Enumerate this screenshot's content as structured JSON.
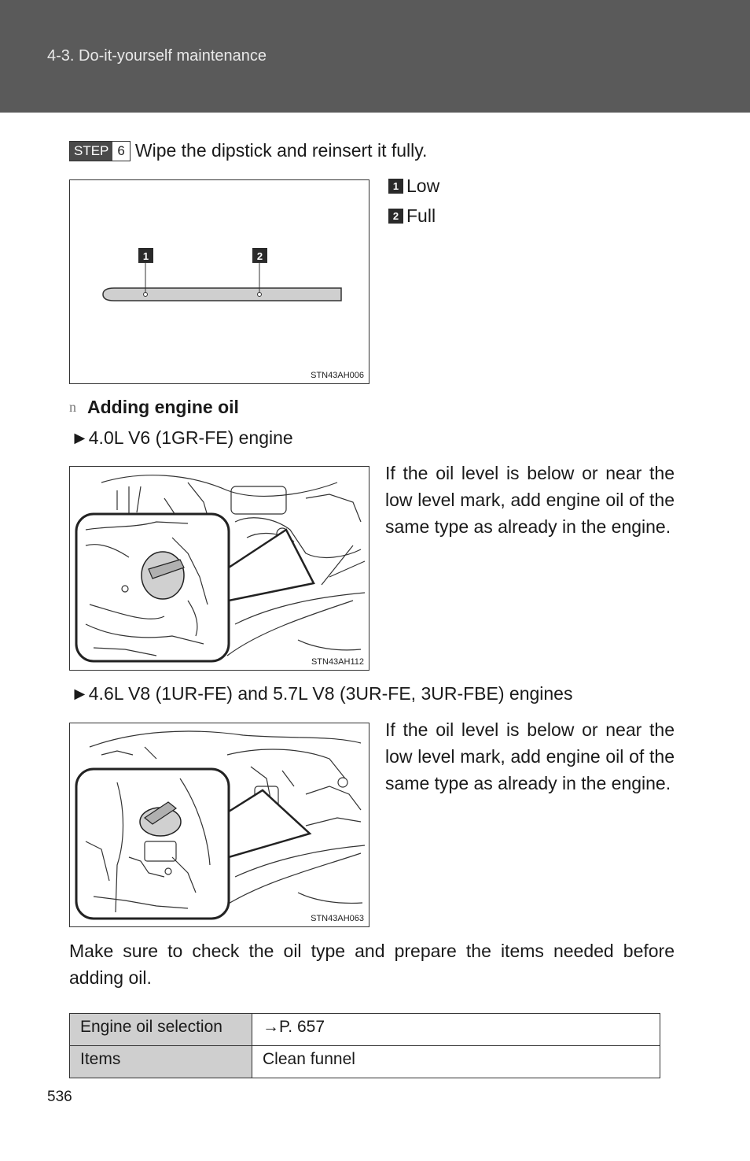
{
  "header": {
    "section_title": "4-3. Do-it-yourself maintenance"
  },
  "step": {
    "label": "STEP",
    "number": "6",
    "text": "Wipe the dipstick and reinsert it fully."
  },
  "figure1": {
    "code": "STN43AH006",
    "callouts": [
      "1",
      "2"
    ],
    "legend": [
      {
        "num": "1",
        "label": "Low"
      },
      {
        "num": "2",
        "label": "Full"
      }
    ]
  },
  "section": {
    "bullet": "n",
    "title": "Adding engine oil"
  },
  "engines": [
    {
      "heading": "►4.0L V6 (1GR-FE) engine",
      "figure_code": "STN43AH112",
      "text": "If the oil level is below or near the low level mark, add engine oil of the same type as already in the engine."
    },
    {
      "heading": "►4.6L V8 (1UR-FE) and 5.7L V8 (3UR-FE, 3UR-FBE) engines",
      "figure_code": "STN43AH063",
      "text": "If the oil level is below or near the low level mark, add engine oil of the same type as already in the engine."
    }
  ],
  "note": "Make sure to check the oil type and prepare the items needed before adding oil.",
  "table": [
    {
      "key": "Engine oil selection",
      "value": "→P. 657"
    },
    {
      "key": "Items",
      "value": "Clean funnel"
    }
  ],
  "page_number": "536"
}
